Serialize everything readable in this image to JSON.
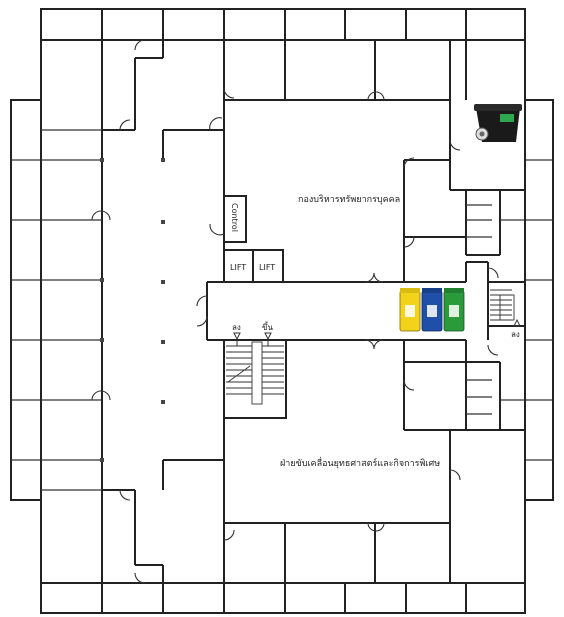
{
  "labels": {
    "hr_division": "กองบริหารทรัพยากรบุคคล",
    "strategy_division": "ฝ่ายขับเคลื่อนยุทธศาสตร์และกิจการพิเศษ",
    "control": "Control",
    "lift1": "LIFT",
    "lift2": "LIFT",
    "down_left": "ลง",
    "up_left": "ขึ้น",
    "down_right": "ลง"
  },
  "colors": {
    "bin_yellow": "#f2d21b",
    "bin_blue": "#1f4fa8",
    "bin_green": "#2a9a3a",
    "bin_black": "#1a1a1a",
    "bin_accent": "#2fa84f"
  },
  "icons": {
    "waste_bins": "recycle-bins-icon",
    "black_bin": "black-waste-bin-icon"
  }
}
